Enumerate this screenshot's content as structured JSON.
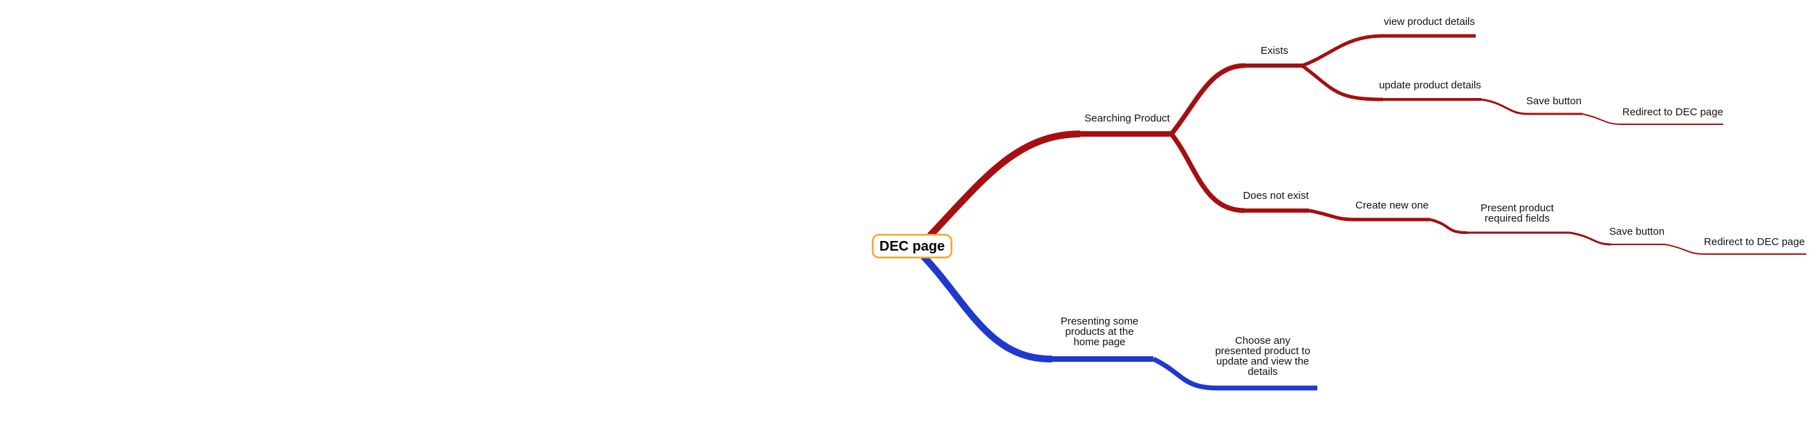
{
  "colors": {
    "background": "#ffffff",
    "red_branch": "#a50f0f",
    "blue_branch": "#1f38cf",
    "root_border": "#f5a623",
    "root_fill": "#ffffff",
    "text": "#111111"
  },
  "root": {
    "label": "DEC page"
  },
  "nodes": {
    "searching_product": {
      "lines": [
        "Searching Product"
      ]
    },
    "exists": {
      "lines": [
        "Exists"
      ]
    },
    "view_product_details": {
      "lines": [
        "view product details"
      ]
    },
    "update_product_details": {
      "lines": [
        "update product details"
      ]
    },
    "save_button_1": {
      "lines": [
        "Save button"
      ]
    },
    "redirect_1": {
      "lines": [
        "Redirect to DEC page"
      ]
    },
    "does_not_exist": {
      "lines": [
        "Does not exist"
      ]
    },
    "create_new_one": {
      "lines": [
        "Create new one"
      ]
    },
    "present_required": {
      "lines": [
        "Present  product",
        "required  fields"
      ]
    },
    "save_button_2": {
      "lines": [
        "Save button"
      ]
    },
    "redirect_2": {
      "lines": [
        "Redirect to DEC page"
      ]
    },
    "presenting_some": {
      "lines": [
        "Presenting  some",
        "products  at  the",
        "home  page"
      ]
    },
    "choose_any": {
      "lines": [
        "Choose  any",
        "presented  product  to",
        "update  and  view  the",
        "details"
      ]
    }
  }
}
